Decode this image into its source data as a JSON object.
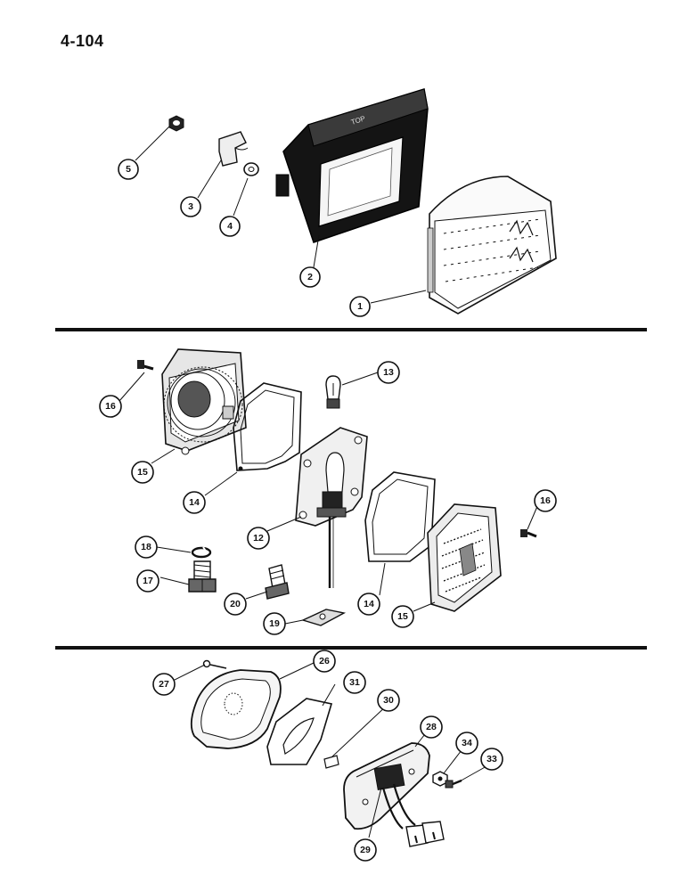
{
  "page": {
    "number": "4-104"
  },
  "callouts": {
    "c1": "1",
    "c2": "2",
    "c3": "3",
    "c4": "4",
    "c5": "5",
    "c12": "12",
    "c13": "13",
    "c14a": "14",
    "c14b": "14",
    "c15a": "15",
    "c15b": "15",
    "c16a": "16",
    "c16b": "16",
    "c17": "17",
    "c18": "18",
    "c19": "19",
    "c20": "20",
    "c26": "26",
    "c27": "27",
    "c28": "28",
    "c29": "29",
    "c30": "30",
    "c31": "31",
    "c33": "33",
    "c34": "34"
  },
  "housing_mark": "TOP",
  "colors": {
    "ink": "#111111",
    "paper": "#ffffff"
  }
}
